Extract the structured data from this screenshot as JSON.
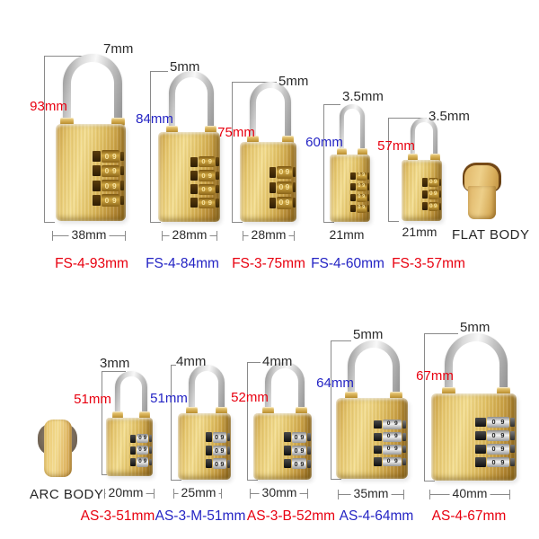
{
  "colors": {
    "red": "#e8000f",
    "blue": "#2424c4",
    "text": "#2b2b2b",
    "dim_line": "#8a8a8a",
    "brass": "#d9b85c",
    "chrome": "#d8d8d8"
  },
  "flat_body": {
    "label": "FLAT BODY"
  },
  "arc_body": {
    "label": "ARC BODY"
  },
  "dial_digits": [
    "0",
    "9"
  ],
  "locks": [
    {
      "model": "FS-4-93mm",
      "accent": "red",
      "shackle_diameter": "7mm",
      "height": "93mm",
      "width": "38mm",
      "dial_count": 4,
      "dial_style": "brass"
    },
    {
      "model": "FS-4-84mm",
      "accent": "blue",
      "shackle_diameter": "5mm",
      "height": "84mm",
      "width": "28mm",
      "dial_count": 4,
      "dial_style": "brass"
    },
    {
      "model": "FS-3-75mm",
      "accent": "red",
      "shackle_diameter": "5mm",
      "height": "75mm",
      "width": "28mm",
      "dial_count": 3,
      "dial_style": "brass"
    },
    {
      "model": "FS-4-60mm",
      "accent": "blue",
      "shackle_diameter": "3.5mm",
      "height": "60mm",
      "width": "21mm",
      "dial_count": 4,
      "dial_style": "brass"
    },
    {
      "model": "FS-3-57mm",
      "accent": "red",
      "shackle_diameter": "3.5mm",
      "height": "57mm",
      "width": "21mm",
      "dial_count": 3,
      "dial_style": "brass"
    },
    {
      "model": "AS-3-51mm",
      "accent": "red",
      "shackle_diameter": "3mm",
      "height": "51mm",
      "width": "20mm",
      "dial_count": 3,
      "dial_style": "chrome"
    },
    {
      "model": "AS-3-M-51mm",
      "accent": "blue",
      "shackle_diameter": "4mm",
      "height": "51mm",
      "width": "25mm",
      "dial_count": 3,
      "dial_style": "chrome"
    },
    {
      "model": "AS-3-B-52mm",
      "accent": "red",
      "shackle_diameter": "4mm",
      "height": "52mm",
      "width": "30mm",
      "dial_count": 3,
      "dial_style": "chrome"
    },
    {
      "model": "AS-4-64mm",
      "accent": "blue",
      "shackle_diameter": "5mm",
      "height": "64mm",
      "width": "35mm",
      "dial_count": 4,
      "dial_style": "chrome"
    },
    {
      "model": "AS-4-67mm",
      "accent": "red",
      "shackle_diameter": "5mm",
      "height": "67mm",
      "width": "40mm",
      "dial_count": 4,
      "dial_style": "chrome"
    }
  ]
}
